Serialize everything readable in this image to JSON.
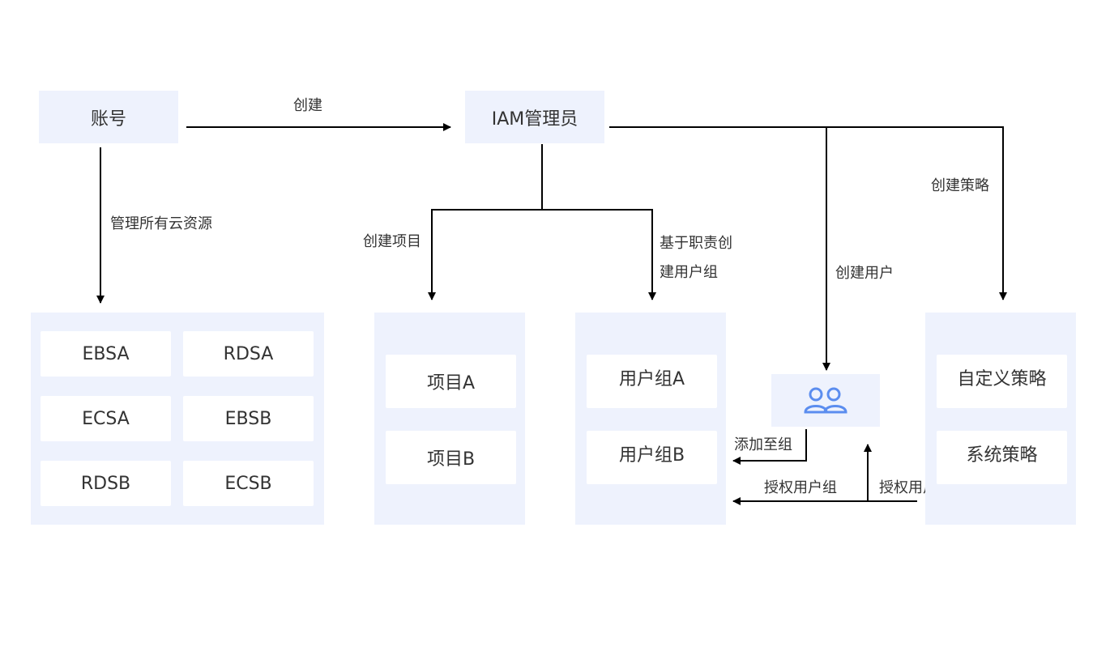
{
  "nodes": {
    "account": "账号",
    "iam_admin": "IAM管理员"
  },
  "edges": {
    "create": "创建",
    "manage_all": "管理所有云资源",
    "create_project": "创建项目",
    "create_group_line1": "基于职责创",
    "create_group_line2": "建用户组",
    "create_user": "创建用户",
    "create_policy": "创建策略",
    "add_to_group": "添加至组",
    "authorize_group": "授权用户组",
    "authorize_user": "授权用户"
  },
  "resources": [
    "EBSA",
    "RDSA",
    "ECSA",
    "EBSB",
    "RDSB",
    "ECSB"
  ],
  "projects": [
    "项目A",
    "项目B"
  ],
  "user_groups": [
    "用户组A",
    "用户组B"
  ],
  "policies": [
    "自定义策略",
    "系统策略"
  ],
  "icons": {
    "users": "users-icon"
  },
  "colors": {
    "panel": "#eef2fd",
    "card": "#ffffff",
    "line": "#000000",
    "icon": "#5b8def"
  }
}
